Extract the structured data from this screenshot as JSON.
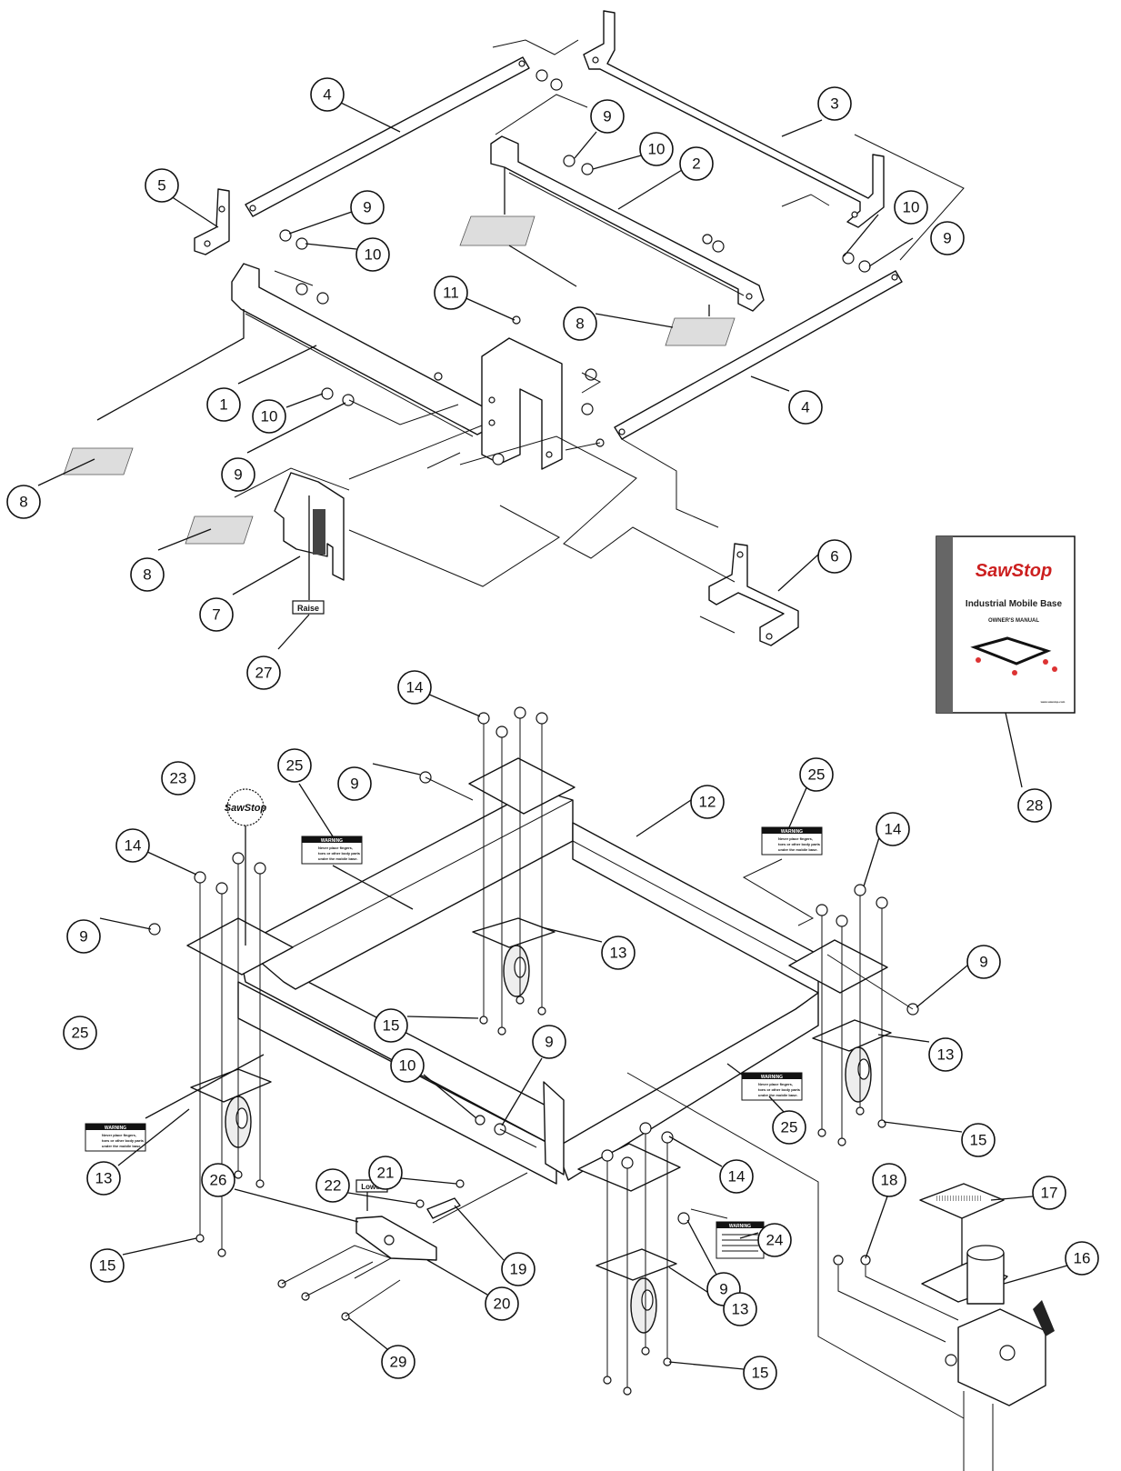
{
  "labels": {
    "raise": "Raise",
    "lower": "Lower",
    "warning_title": "WARNING",
    "warning_lines": [
      "Never place fingers,",
      "toes or other body parts",
      "under the mobile base."
    ],
    "brand_logo": "SawStop"
  },
  "manual": {
    "brand": "SawStop",
    "title": "Industrial Mobile Base",
    "subtitle": "OWNER'S MANUAL",
    "footer": "www.sawstop.com"
  },
  "balloons": [
    {
      "id": "b-4a",
      "num": "4"
    },
    {
      "id": "b-3",
      "num": "3"
    },
    {
      "id": "b-9a",
      "num": "9"
    },
    {
      "id": "b-10a",
      "num": "10"
    },
    {
      "id": "b-2",
      "num": "2"
    },
    {
      "id": "b-5",
      "num": "5"
    },
    {
      "id": "b-9b",
      "num": "9"
    },
    {
      "id": "b-10b",
      "num": "10"
    },
    {
      "id": "b-10c",
      "num": "10"
    },
    {
      "id": "b-9c",
      "num": "9"
    },
    {
      "id": "b-11",
      "num": "11"
    },
    {
      "id": "b-8a",
      "num": "8"
    },
    {
      "id": "b-1",
      "num": "1"
    },
    {
      "id": "b-10d",
      "num": "10"
    },
    {
      "id": "b-4b",
      "num": "4"
    },
    {
      "id": "b-9d",
      "num": "9"
    },
    {
      "id": "b-8b",
      "num": "8"
    },
    {
      "id": "b-8c",
      "num": "8"
    },
    {
      "id": "b-6",
      "num": "6"
    },
    {
      "id": "b-7",
      "num": "7"
    },
    {
      "id": "b-27",
      "num": "27"
    },
    {
      "id": "b-14a",
      "num": "14"
    },
    {
      "id": "b-28",
      "num": "28"
    },
    {
      "id": "b-9e",
      "num": "9"
    },
    {
      "id": "b-25a",
      "num": "25"
    },
    {
      "id": "b-23",
      "num": "23"
    },
    {
      "id": "b-12",
      "num": "12"
    },
    {
      "id": "b-25b",
      "num": "25"
    },
    {
      "id": "b-14b",
      "num": "14"
    },
    {
      "id": "b-14c",
      "num": "14"
    },
    {
      "id": "b-9f",
      "num": "9"
    },
    {
      "id": "b-13a",
      "num": "13"
    },
    {
      "id": "b-9g",
      "num": "9"
    },
    {
      "id": "b-15a",
      "num": "15"
    },
    {
      "id": "b-25c",
      "num": "25"
    },
    {
      "id": "b-9h",
      "num": "9"
    },
    {
      "id": "b-10e",
      "num": "10"
    },
    {
      "id": "b-13b",
      "num": "13"
    },
    {
      "id": "b-25d",
      "num": "25"
    },
    {
      "id": "b-15b",
      "num": "15"
    },
    {
      "id": "b-13c",
      "num": "13"
    },
    {
      "id": "b-14d",
      "num": "14"
    },
    {
      "id": "b-26",
      "num": "26"
    },
    {
      "id": "b-22",
      "num": "22"
    },
    {
      "id": "b-21",
      "num": "21"
    },
    {
      "id": "b-15c",
      "num": "15"
    },
    {
      "id": "b-18",
      "num": "18"
    },
    {
      "id": "b-17",
      "num": "17"
    },
    {
      "id": "b-16",
      "num": "16"
    },
    {
      "id": "b-24",
      "num": "24"
    },
    {
      "id": "b-19",
      "num": "19"
    },
    {
      "id": "b-9i",
      "num": "9"
    },
    {
      "id": "b-20",
      "num": "20"
    },
    {
      "id": "b-13d",
      "num": "13"
    },
    {
      "id": "b-29",
      "num": "29"
    },
    {
      "id": "b-15d",
      "num": "15"
    }
  ]
}
